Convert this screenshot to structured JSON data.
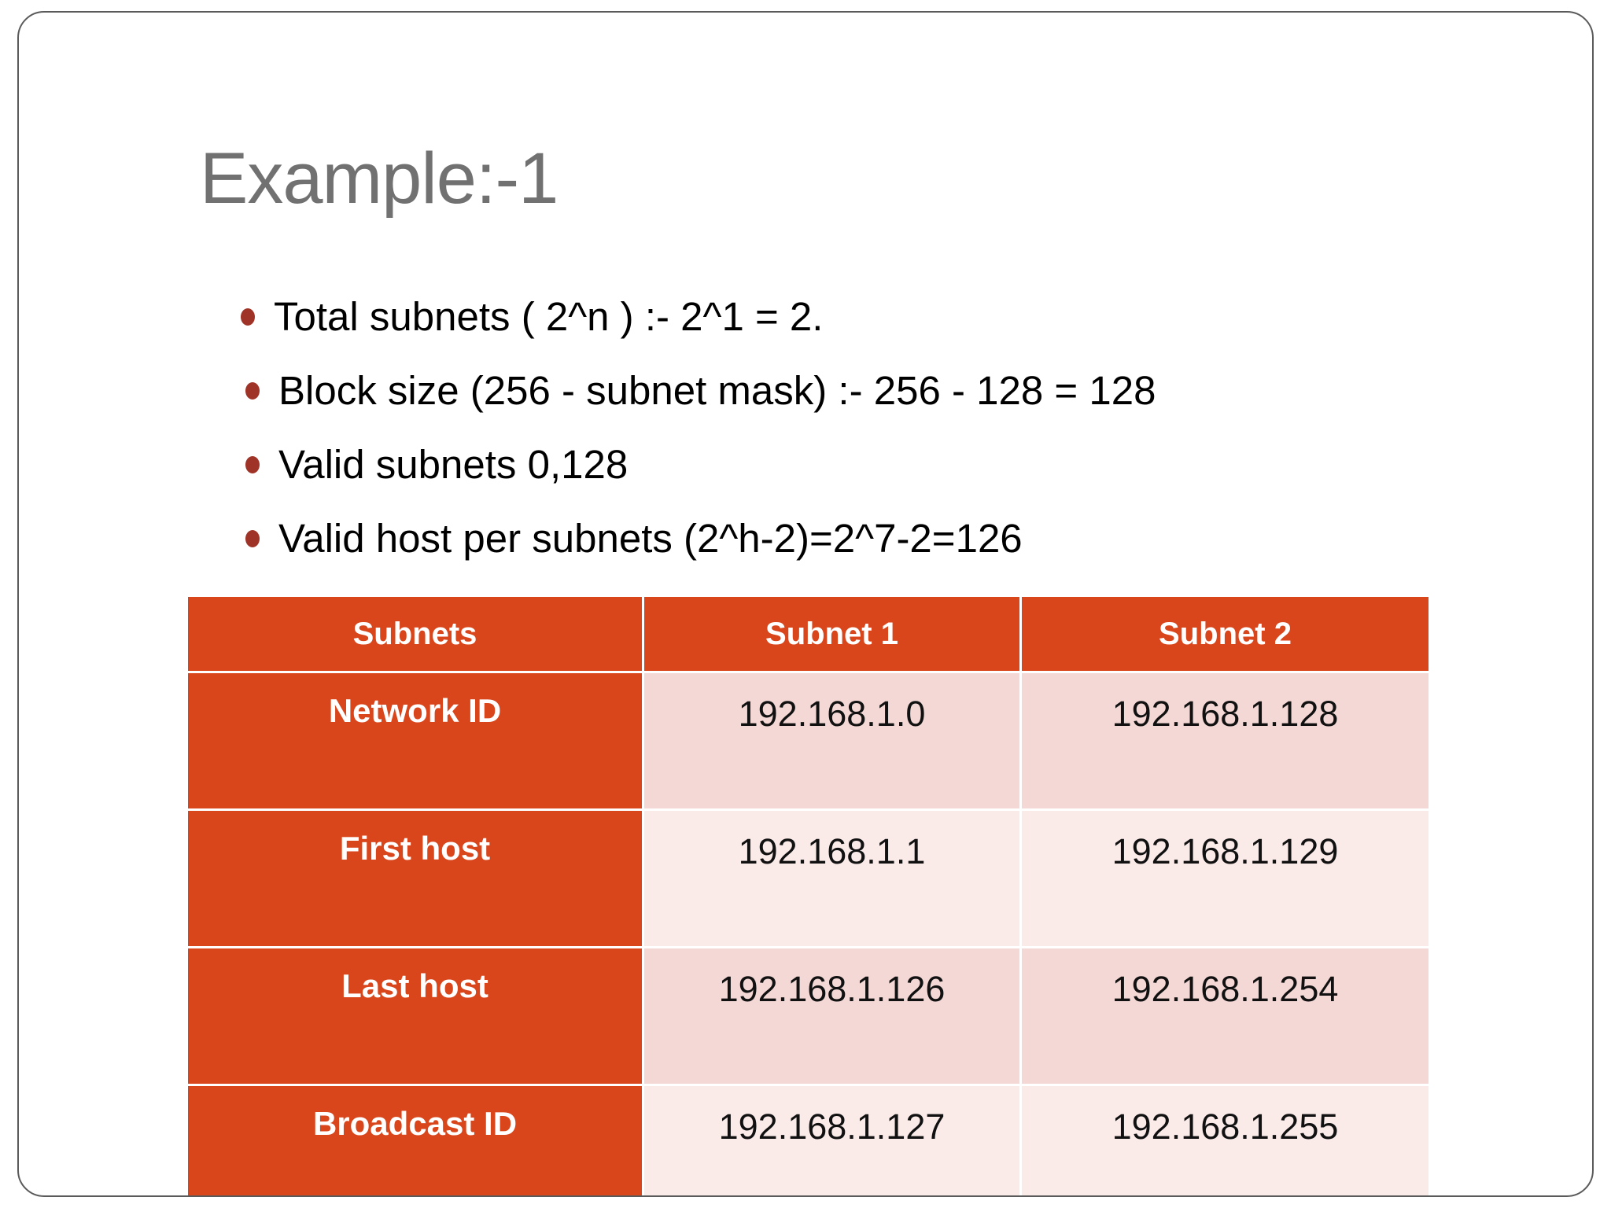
{
  "slide": {
    "title": "Example:-1",
    "bullets": [
      {
        "text": "Total subnets  ( 2^n ) :-  2^1  = 2."
      },
      {
        "text": "Block size (256 - subnet mask) :- 256 - 128 = 128"
      },
      {
        "text": "Valid subnets 0,128"
      },
      {
        "text": "Valid host per subnets (2^h-2)=2^7-2=126"
      }
    ],
    "table": {
      "headers": [
        "Subnets",
        "Subnet 1",
        "Subnet 2"
      ],
      "rows": [
        {
          "label": "Network ID",
          "subnet1": "192.168.1.0",
          "subnet2": "192.168.1.128"
        },
        {
          "label": "First host",
          "subnet1": "192.168.1.1",
          "subnet2": "192.168.1.129"
        },
        {
          "label": "Last host",
          "subnet1": "192.168.1.126",
          "subnet2": "192.168.1.254"
        },
        {
          "label": "Broadcast ID",
          "subnet1": "192.168.1.127",
          "subnet2": "192.168.1.255"
        }
      ]
    }
  },
  "colors": {
    "title": "#717171",
    "bullet_dot": "#a03327",
    "table_header": "#D9461C",
    "row_odd": "#F3D8D5",
    "row_even": "#FAEBE9",
    "slide_border": "#5a5a5a"
  }
}
